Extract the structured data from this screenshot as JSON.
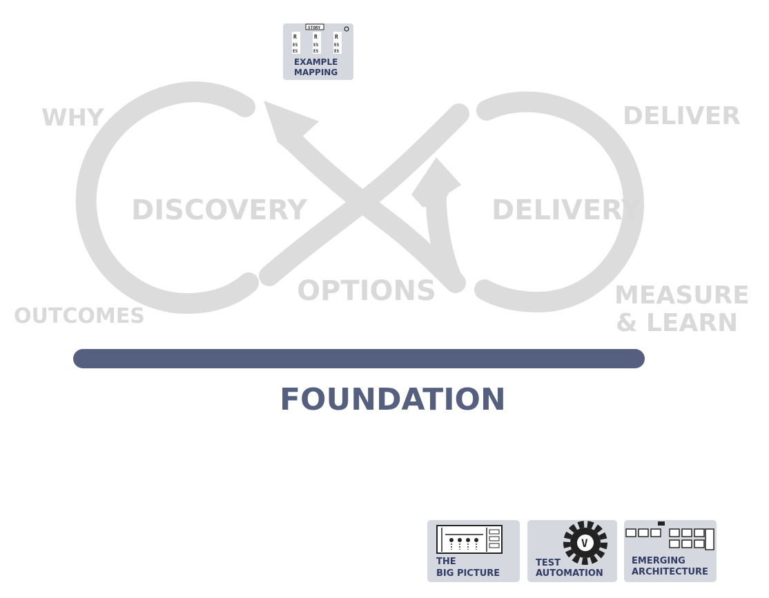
{
  "labels": {
    "why": "WHY",
    "outcomes": "OUTCOMES",
    "discovery": "DISCOVERY",
    "options": "OPTIONS",
    "delivery": "DELIVERY",
    "deliver": "DELIVER",
    "measure_line1": "MEASURE",
    "measure_line2": "& LEARN",
    "foundation": "FOUNDATION"
  },
  "cards": {
    "example_mapping": {
      "line1": "EXAMPLE",
      "line2": "MAPPING",
      "story_tag": "STORY",
      "col_rows": [
        "R",
        "ES",
        "ES"
      ]
    },
    "big_picture": {
      "line1": "THE",
      "line2": "BIG PICTURE"
    },
    "test_automation": {
      "line1": "TEST",
      "line2": "AUTOMATION",
      "gear_letter": "V"
    },
    "emerging_architecture": {
      "line1": "EMERGING",
      "line2": "ARCHITECTURE"
    }
  },
  "colors": {
    "loop": "#dcdcdc",
    "label": "#d9d9d9",
    "foundation_bar": "#556080",
    "foundation_text": "#556080",
    "card_bg": "#d5d8de",
    "card_text": "#2f3b63"
  }
}
